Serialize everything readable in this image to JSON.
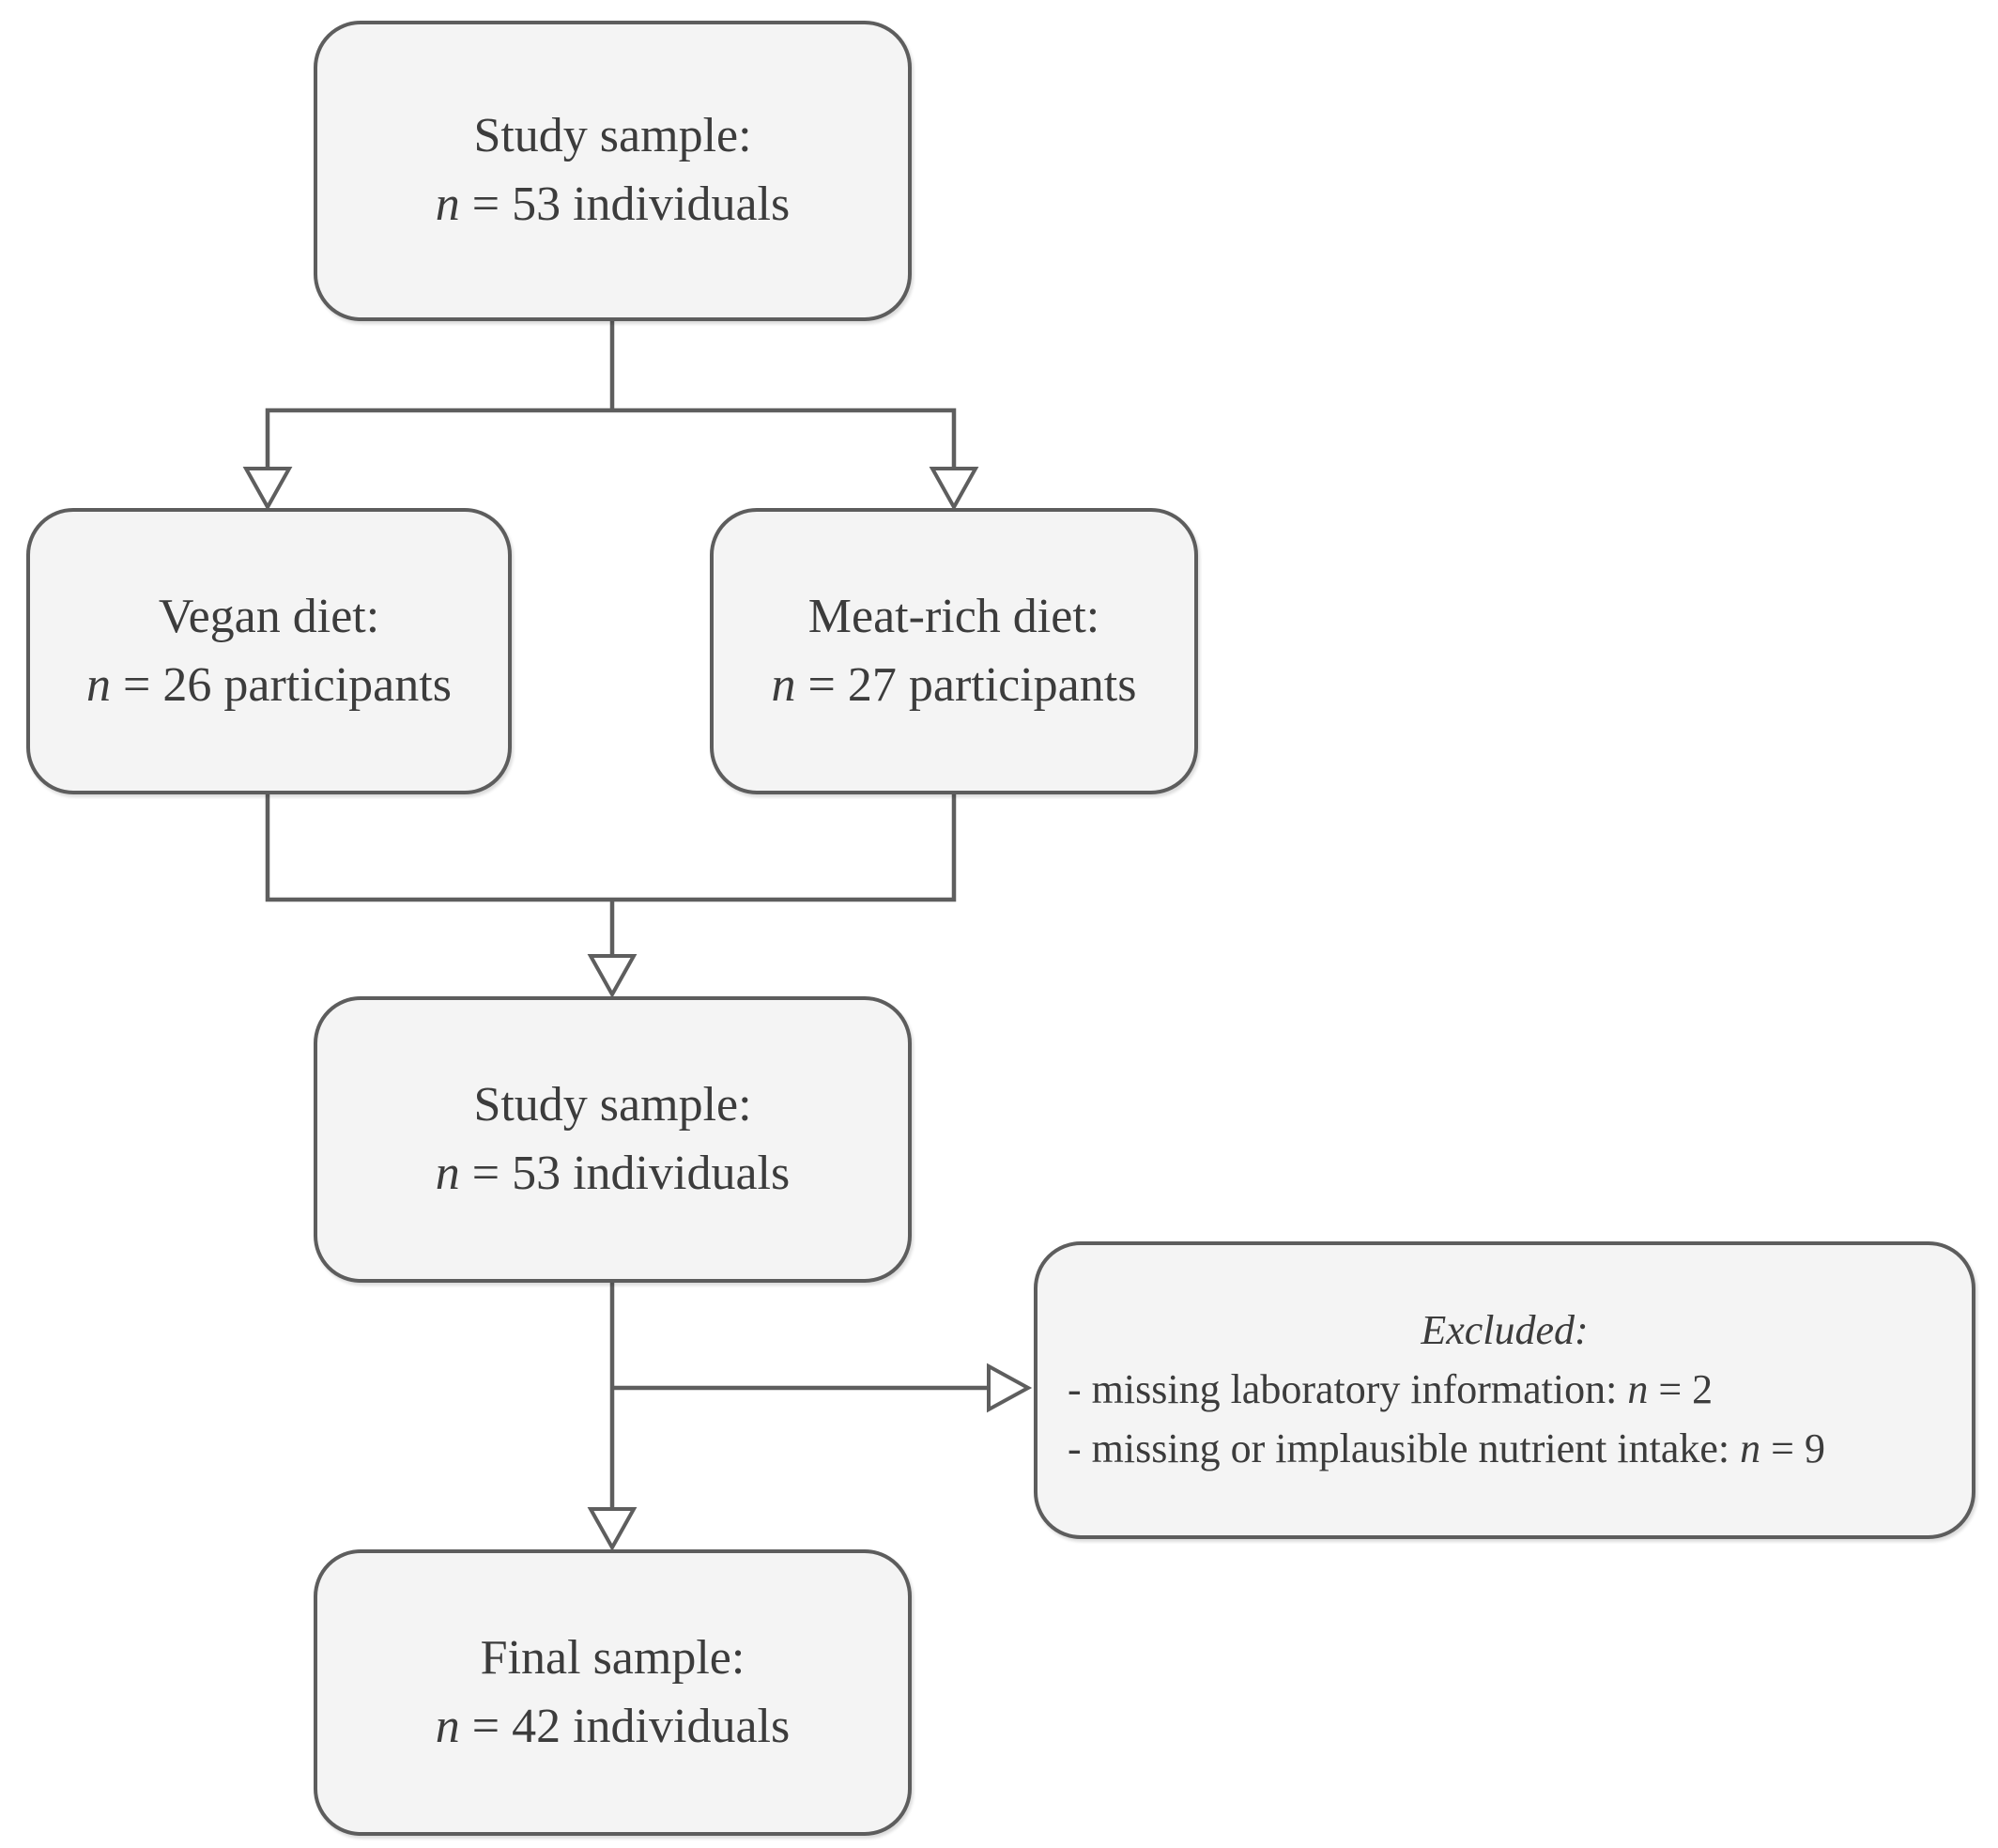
{
  "colors": {
    "background": "#ffffff",
    "box_fill": "#f4f4f4",
    "box_border": "#5d5d5d",
    "line_stroke": "#5e5e5e",
    "text": "#3c3c3c"
  },
  "nodes": {
    "study_sample_top": {
      "line1": "Study sample:",
      "n": "n",
      "rest": " = 53 individuals"
    },
    "vegan": {
      "line1": "Vegan diet:",
      "n": "n",
      "rest": " = 26 participants"
    },
    "meat": {
      "line1": "Meat-rich diet:",
      "n": "n",
      "rest": " = 27 participants"
    },
    "study_sample_mid": {
      "line1": "Study sample:",
      "n": "n",
      "rest": " = 53 individuals"
    },
    "excluded": {
      "title": "Excluded:",
      "items": [
        {
          "prefix": "- missing laboratory information: ",
          "n": "n",
          "rest": " = 2"
        },
        {
          "prefix": "- missing or implausible nutrient intake: ",
          "n": "n",
          "rest": " = 9"
        }
      ]
    },
    "final_sample": {
      "line1": "Final sample:",
      "n": "n",
      "rest": " = 42 individuals"
    }
  }
}
